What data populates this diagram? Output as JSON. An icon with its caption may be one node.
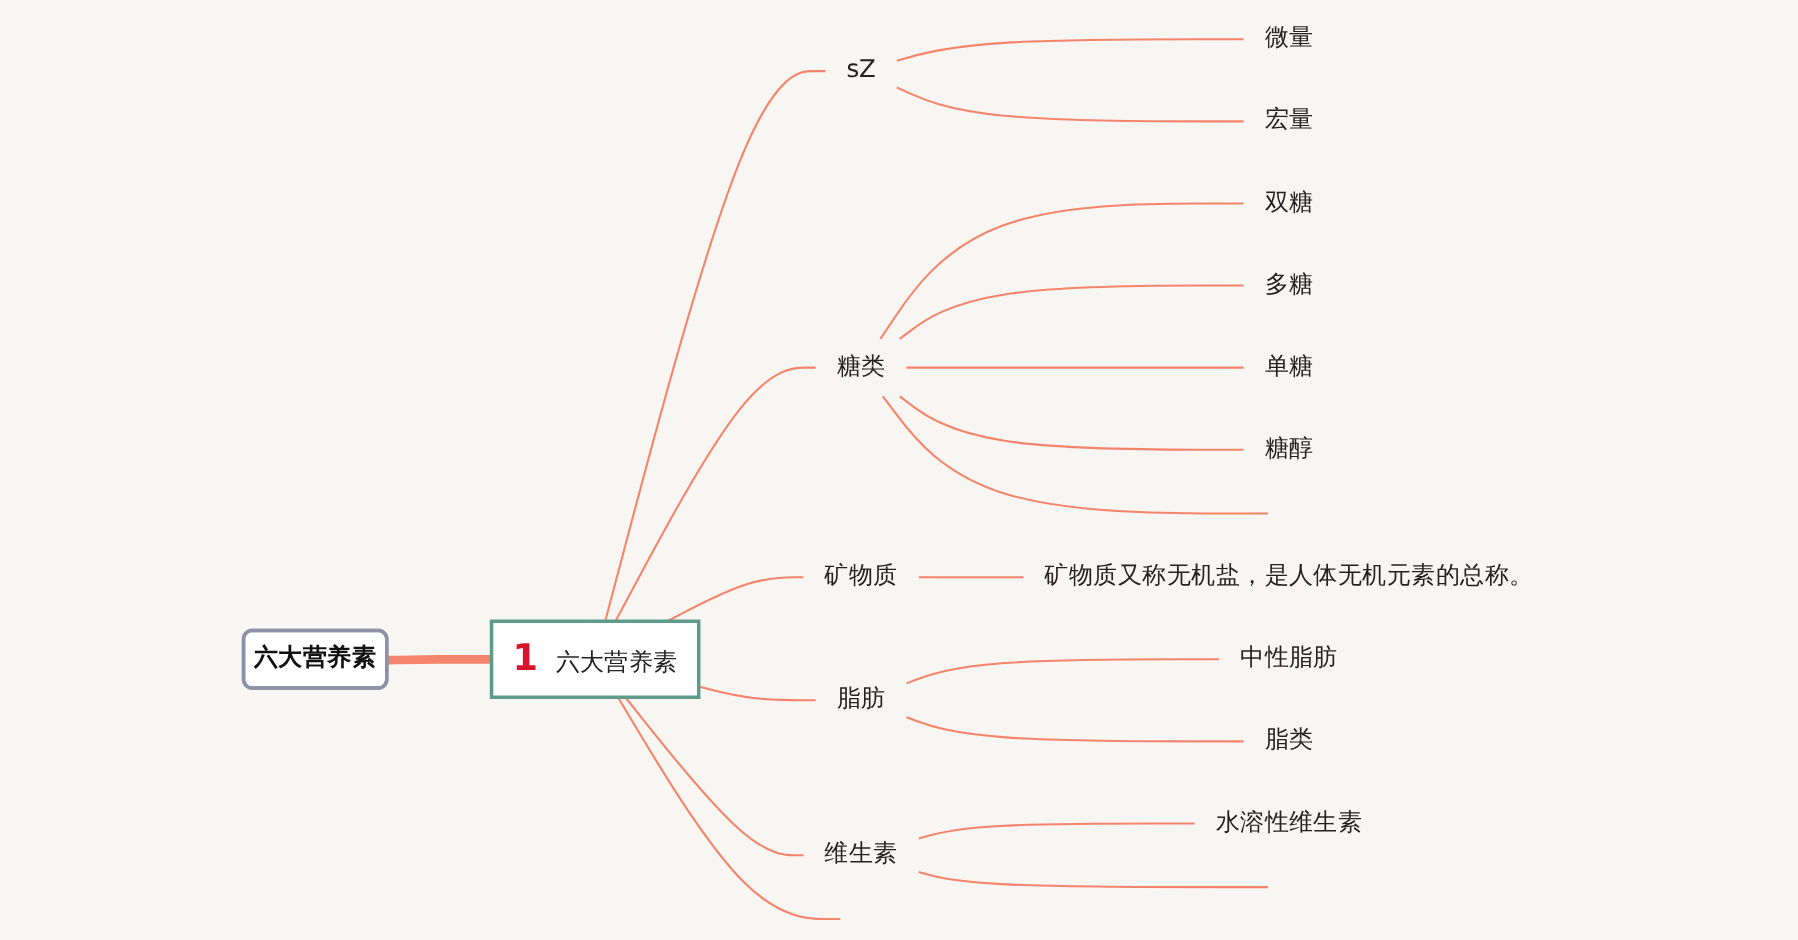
{
  "diagram": {
    "nodes": [
      {
        "text": [
          "六大营养素"
        ]
      },
      {
        "text": [
          "1",
          "六大营养素"
        ]
      },
      {
        "text": [
          "sZ"
        ]
      },
      {
        "text": [
          "微量"
        ]
      },
      {
        "text": [
          "宏量"
        ]
      },
      {
        "text": [
          "糖类"
        ]
      },
      {
        "text": [
          "双糖"
        ]
      },
      {
        "text": [
          "多糖"
        ]
      },
      {
        "text": [
          "单糖"
        ]
      },
      {
        "text": [
          "糖醇"
        ]
      },
      {
        "text": [
          "矿物质"
        ]
      },
      {
        "text": [
          "矿物质又称无机盐，是人体无机元素的总称。"
        ]
      },
      {
        "text": [
          "脂肪"
        ]
      },
      {
        "text": [
          "中性脂肪"
        ]
      },
      {
        "text": [
          "脂类"
        ]
      },
      {
        "text": [
          "维生素"
        ]
      },
      {
        "text": [
          "水溶性维生素"
        ]
      }
    ],
    "edges": [
      {
        "from": 0,
        "to": 1,
        "arrow": "none",
        "style": "thick"
      },
      {
        "from": 1,
        "to": 2,
        "arrow": "none"
      },
      {
        "from": 2,
        "to": 3,
        "arrow": "none"
      },
      {
        "from": 2,
        "to": 4,
        "arrow": "none"
      },
      {
        "from": 1,
        "to": 5,
        "arrow": "none"
      },
      {
        "from": 5,
        "to": 6,
        "arrow": "none"
      },
      {
        "from": 5,
        "to": 7,
        "arrow": "none"
      },
      {
        "from": 5,
        "to": 8,
        "arrow": "none"
      },
      {
        "from": 5,
        "to": 9,
        "arrow": "none"
      },
      {
        "from": 5,
        "to": null,
        "arrow": "none"
      },
      {
        "from": 1,
        "to": 10,
        "arrow": "none"
      },
      {
        "from": 10,
        "to": 11,
        "arrow": "none"
      },
      {
        "from": 1,
        "to": 12,
        "arrow": "none"
      },
      {
        "from": 12,
        "to": 13,
        "arrow": "none"
      },
      {
        "from": 12,
        "to": 14,
        "arrow": "none"
      },
      {
        "from": 1,
        "to": 15,
        "arrow": "none"
      },
      {
        "from": 15,
        "to": 16,
        "arrow": "none"
      },
      {
        "from": 15,
        "to": null,
        "arrow": "none"
      },
      {
        "from": 1,
        "to": null,
        "arrow": "none"
      }
    ]
  }
}
